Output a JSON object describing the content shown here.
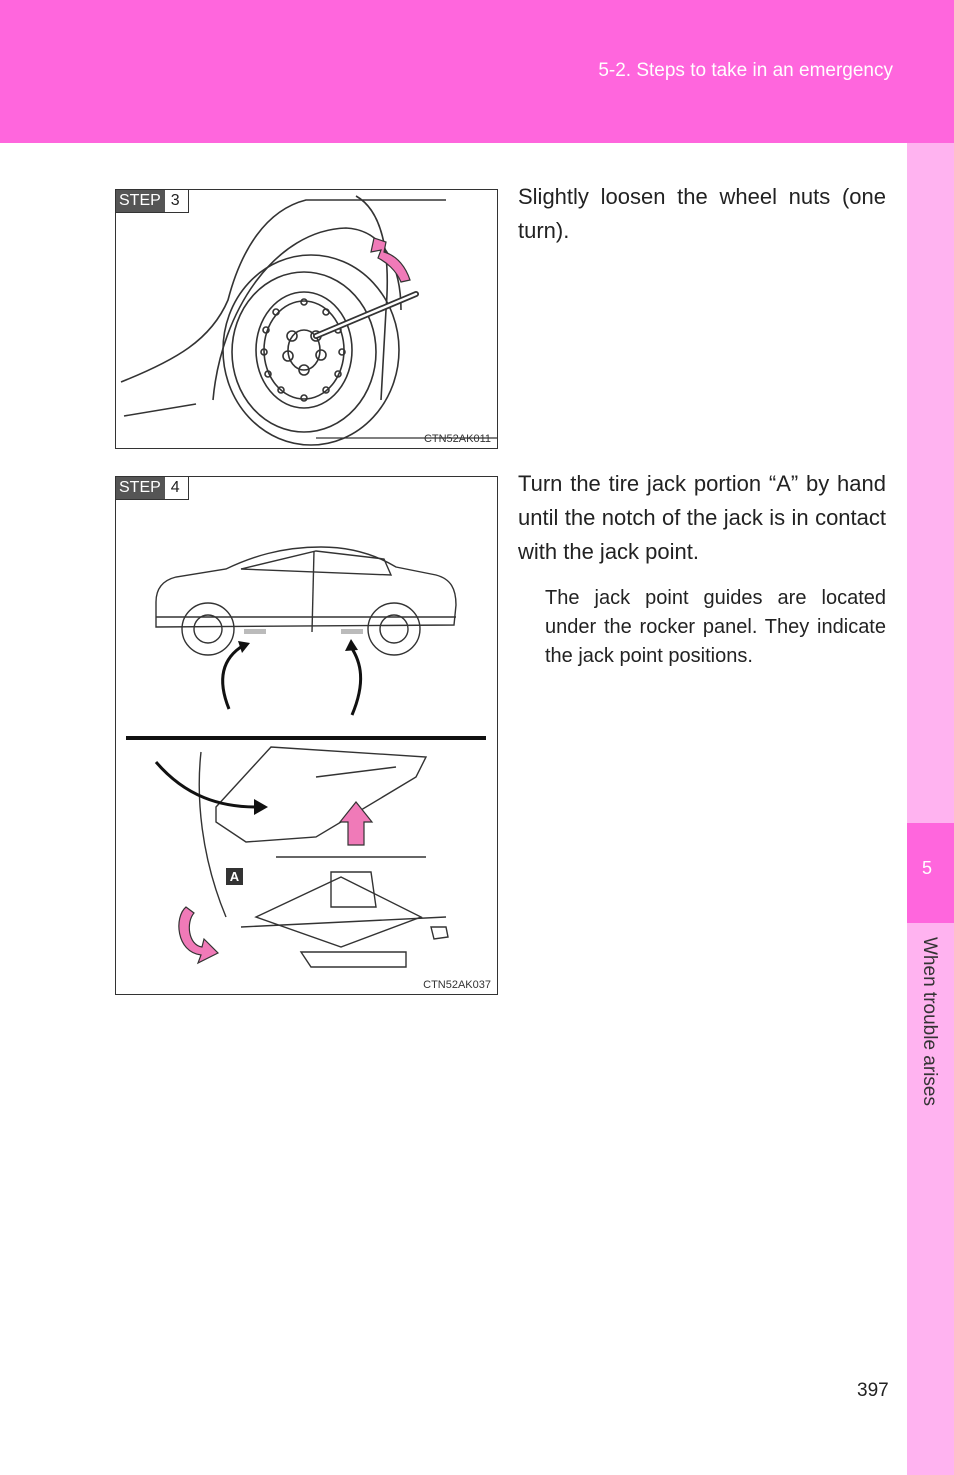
{
  "header": {
    "section_title": "5-2. Steps to take in an emergency"
  },
  "sidebar": {
    "chapter_number": "5",
    "chapter_label": "When trouble arises"
  },
  "steps": [
    {
      "step_word": "STEP",
      "step_number": "3",
      "figure_code": "CTN52AK011",
      "instruction": "Slightly loosen the wheel nuts (one turn)."
    },
    {
      "step_word": "STEP",
      "step_number": "4",
      "figure_code": "CTN52AK037",
      "instruction": "Turn the tire jack portion “A” by hand until the notch of the jack is in contact with the jack point.",
      "note": "The jack point guides are located under the rocker panel. They indicate the jack point positions.",
      "callout_label": "A"
    }
  ],
  "page": {
    "number": "397"
  },
  "colors": {
    "accent": "#ff66dd",
    "accent_light": "#ffb3f0",
    "arrow": "#f07ab8"
  }
}
